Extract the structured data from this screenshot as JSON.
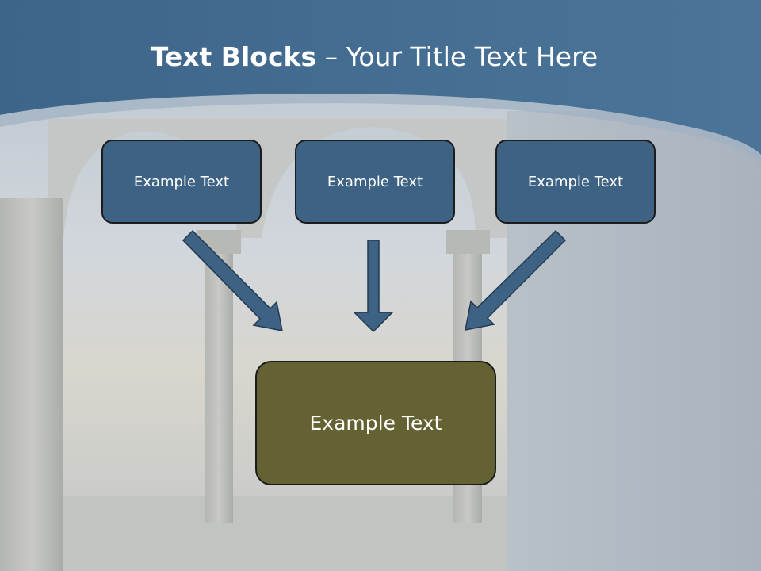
{
  "slide": {
    "title_bold": "Text Blocks",
    "title_dash": " – ",
    "title_rest": "Your Title Text Here"
  },
  "blocks": {
    "top": [
      {
        "label": "Example Text"
      },
      {
        "label": "Example Text"
      },
      {
        "label": "Example Text"
      }
    ],
    "bottom": {
      "label": "Example Text"
    }
  },
  "colors": {
    "header": "#3f6a90",
    "box_blue": "#3e6284",
    "box_olive": "#646132",
    "arrow": "#3e6284"
  }
}
